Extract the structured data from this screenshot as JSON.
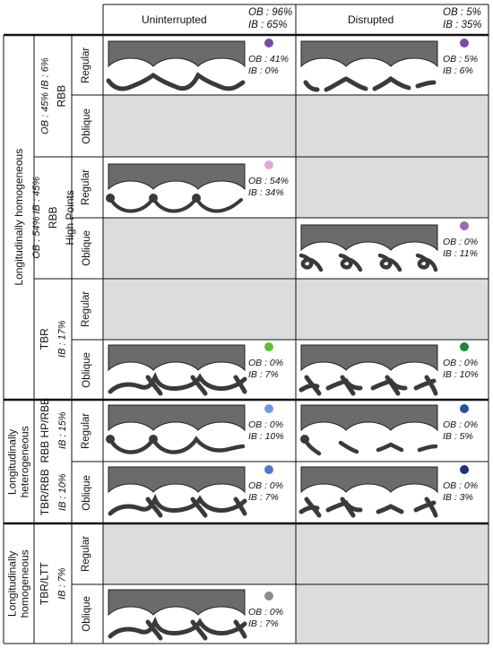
{
  "columns": {
    "uninterrupted": {
      "label": "Uninterrupted",
      "ob": "OB : 96%",
      "ib": "IB : 65%"
    },
    "disrupted": {
      "label": "Disrupted",
      "ob": "OB : 5%",
      "ib": "IB : 35%"
    }
  },
  "categories": {
    "longitudinally_homogeneous_top": "Longitudinally homogeneous",
    "longitudinally_heterogeneous": "Longitudinally heterogeneous",
    "longitudinally_homogeneous_bottom": "Longitudinally homogeneous"
  },
  "rows": {
    "rbb": {
      "name": "RBB",
      "stats": "OB : 45% IB : 6%"
    },
    "rbb_hp": {
      "name_line1": "RBB",
      "name_line2": "High Points",
      "stats": "OB : 54% IB : 45%"
    },
    "tbr": {
      "name": "TBR",
      "stats": "IB : 17%"
    },
    "rbb_hp_rbb": {
      "name": "RBB HP/RBB",
      "stats": "IB : 15%"
    },
    "tbr_rbb": {
      "name": "TBR/RBB",
      "stats": "IB : 10%"
    },
    "tbr_ltt": {
      "name": "TBR/LTT",
      "stats": "IB : 7%"
    }
  },
  "orientation": {
    "regular": "Regular",
    "oblique": "Oblique"
  },
  "cells": {
    "rbb_reg_un": {
      "ob": "OB : 41%",
      "ib": "IB : 0%",
      "color": "#7b4aa6"
    },
    "rbb_reg_dis": {
      "ob": "OB : 5%",
      "ib": "IB : 6%",
      "color": "#7b4aa6"
    },
    "hp_reg_un": {
      "ob": "OB : 54%",
      "ib": "IB : 34%",
      "color": "#e2a6d6"
    },
    "hp_obl_dis": {
      "ob": "OB : 0%",
      "ib": "IB : 11%",
      "color": "#a066b8"
    },
    "tbr_obl_un": {
      "ob": "OB : 0%",
      "ib": "IB : 7%",
      "color": "#5cbf3a"
    },
    "tbr_obl_dis": {
      "ob": "OB : 0%",
      "ib": "IB : 10%",
      "color": "#158a3a"
    },
    "het1_reg_un": {
      "ob": "OB : 0%",
      "ib": "IB : 10%",
      "color": "#6f9ae0"
    },
    "het1_reg_dis": {
      "ob": "OB : 0%",
      "ib": "IB : 5%",
      "color": "#274fa3"
    },
    "het2_obl_un": {
      "ob": "OB : 0%",
      "ib": "IB : 7%",
      "color": "#4f77cc"
    },
    "het2_obl_dis": {
      "ob": "OB : 0%",
      "ib": "IB : 3%",
      "color": "#1c2f87"
    },
    "ltt_obl_un": {
      "ob": "OB : 0%",
      "ib": "IB : 7%",
      "color": "#8c8c8c"
    }
  }
}
